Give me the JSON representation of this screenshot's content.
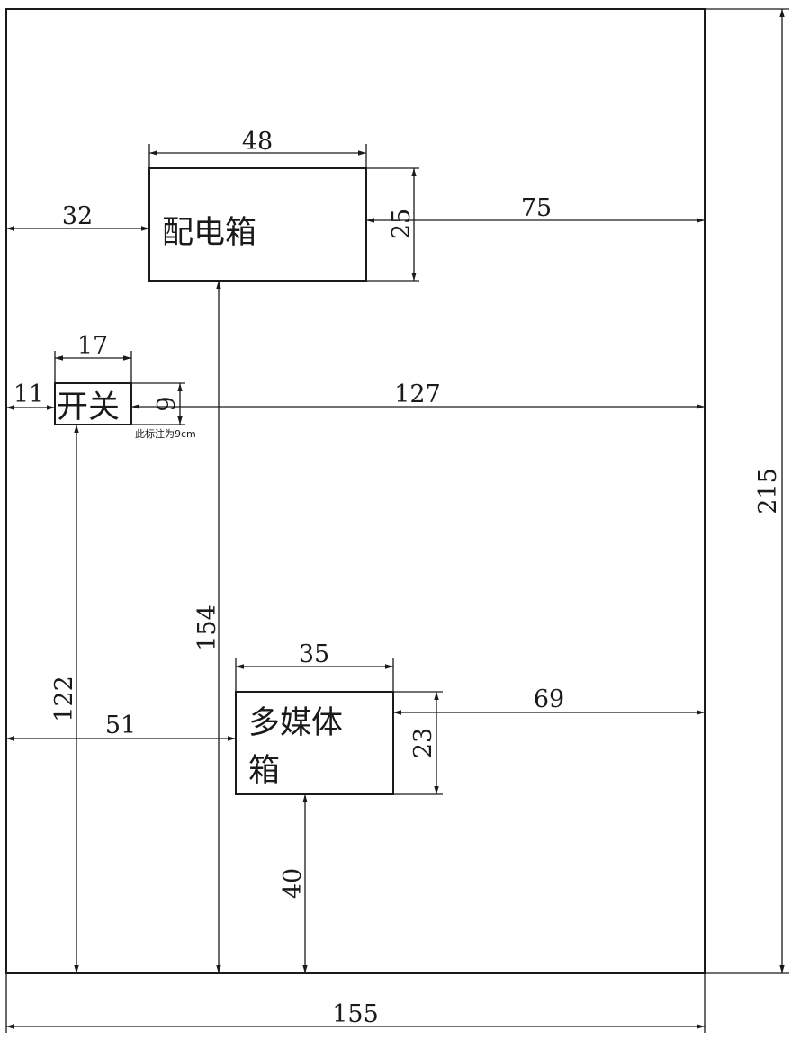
{
  "colors": {
    "line": "#1a1a1a",
    "background": "#ffffff"
  },
  "boxes": {
    "distribution_box": "配电箱",
    "switch": "开关",
    "multimedia_box_line1": "多媒体",
    "multimedia_box_line2": "箱"
  },
  "note": "此标注为9cm",
  "dimensions": {
    "distribution_box_width": "48",
    "distribution_box_height": "25",
    "distribution_box_left": "32",
    "distribution_box_right": "75",
    "distribution_box_floor": "154",
    "switch_width": "17",
    "switch_left": "11",
    "switch_height": "9",
    "switch_right": "127",
    "switch_floor": "122",
    "multimedia_box_width": "35",
    "multimedia_box_height": "23",
    "multimedia_box_left": "51",
    "multimedia_box_right": "69",
    "multimedia_box_floor": "40",
    "wall_width": "155",
    "wall_height": "215"
  }
}
